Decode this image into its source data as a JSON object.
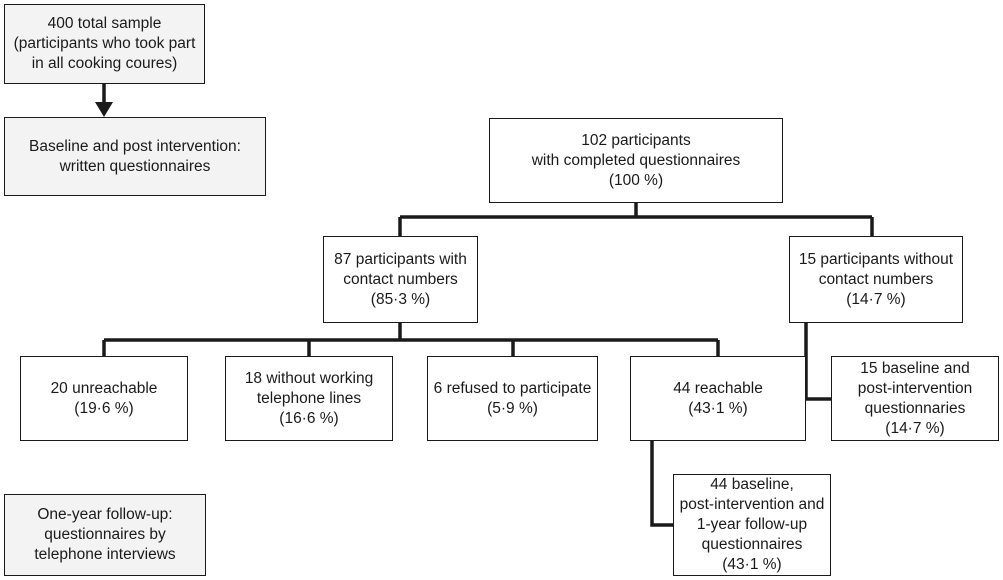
{
  "legend": {
    "sample": "400 total sample\n(participants who took part\nin all cooking coures)",
    "baseline": "Baseline and post intervention:\nwritten questionnaires",
    "followup": "One-year follow-up:\nquestionnaires by\ntelephone interviews"
  },
  "nodes": {
    "completed": "102 participants\nwith completed questionnaires\n(100 %)",
    "with_contact": "87 participants with\ncontact numbers\n(85·3 %)",
    "without_contact": "15 participants without\ncontact numbers\n(14·7 %)",
    "unreachable": "20 unreachable\n(19·6 %)",
    "no_lines": "18 without working\ntelephone lines\n(16·6 %)",
    "refused": "6 refused to participate\n(5·9 %)",
    "reachable": "44 reachable\n(43·1 %)",
    "baseline_post_15": "15 baseline and\npost-intervention\nquestionnaries\n(14·7 %)",
    "baseline_post_44": "44 baseline,\npost-intervention and\n1-year follow-up\nquestionnaires\n(43·1 %)"
  }
}
